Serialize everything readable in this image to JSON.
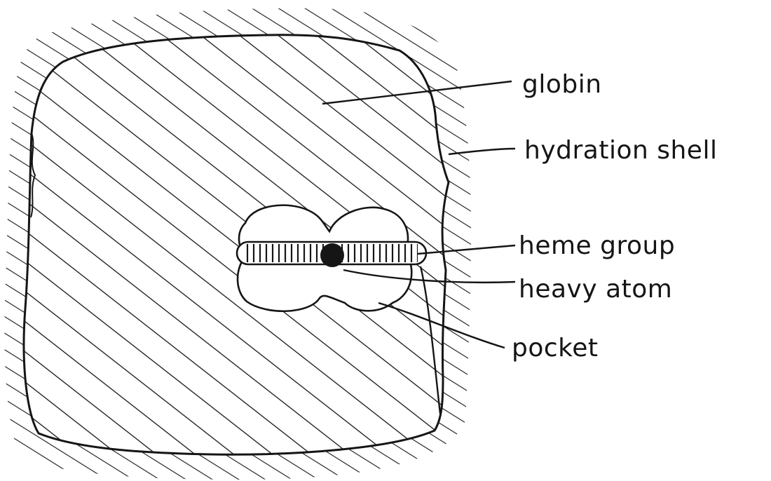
{
  "diagram": {
    "labels": {
      "globin": "globin",
      "hydration_shell": "hydration shell",
      "heme_group": "heme group",
      "heavy_atom": "heavy atom",
      "pocket": "pocket"
    },
    "colors": {
      "ink": "#151515",
      "paper": "#ffffff"
    }
  }
}
